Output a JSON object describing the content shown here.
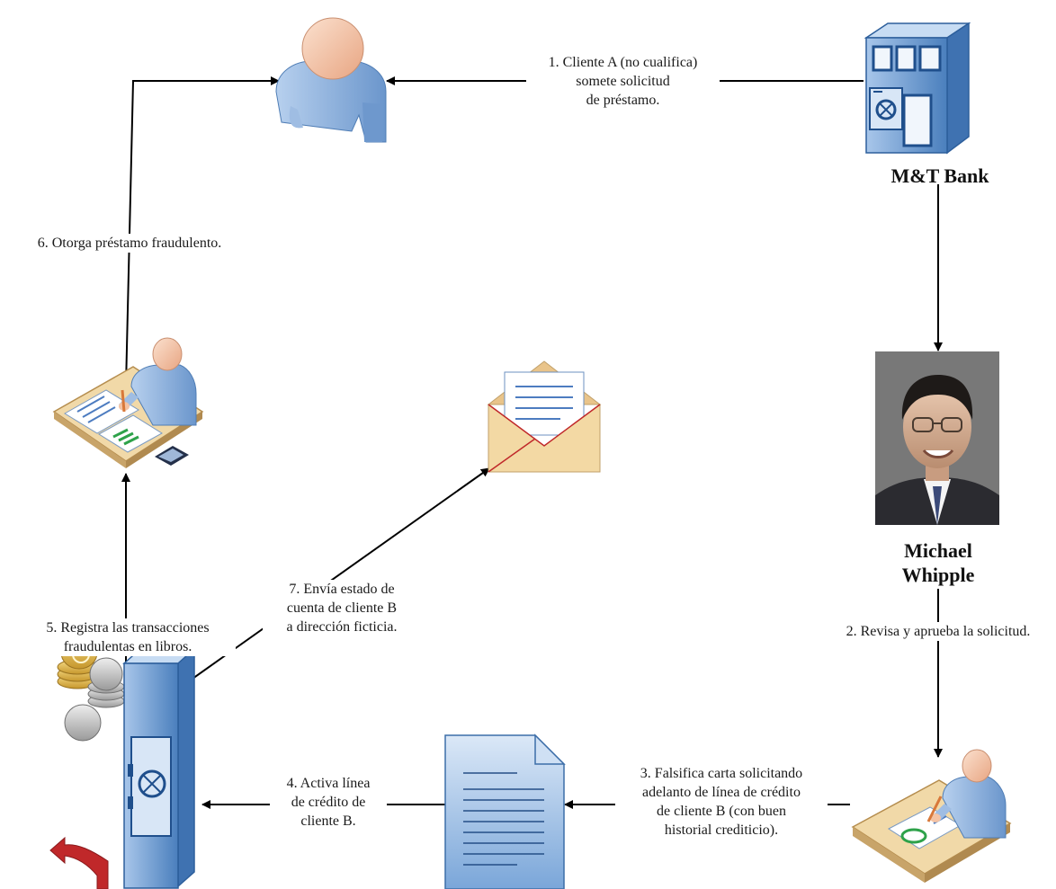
{
  "entities": {
    "bank": {
      "name": "M&T Bank"
    },
    "officer": {
      "name_line1": "Michael",
      "name_line2": "Whipple"
    }
  },
  "steps": {
    "s1": [
      "1. Cliente A (no cualifica)",
      "somete solicitud",
      "de préstamo."
    ],
    "s2": [
      "2. Revisa y aprueba la solicitud."
    ],
    "s3": [
      "3. Falsifica carta solicitando",
      "adelanto de línea de crédito",
      "de cliente B (con buen",
      "historial crediticio)."
    ],
    "s4": [
      "4. Activa línea",
      "de crédito de",
      "cliente B."
    ],
    "s5": [
      "5. Registra las transacciones",
      "fraudulentas en libros."
    ],
    "s6": [
      "6. Otorga préstamo fraudulento."
    ],
    "s7": [
      "7. Envía estado de",
      "cuenta de cliente B",
      "a dirección ficticia."
    ]
  },
  "colors": {
    "connector": "#000000",
    "icon_blue": "#7fa9d8",
    "icon_blue_dark": "#3c6ea8",
    "skin": "#f4c3a4",
    "desk": "#f1d9a8",
    "envelope": "#f3d9a4",
    "arrow_red": "#c0282a",
    "coin_gold": "#e2b94a"
  }
}
